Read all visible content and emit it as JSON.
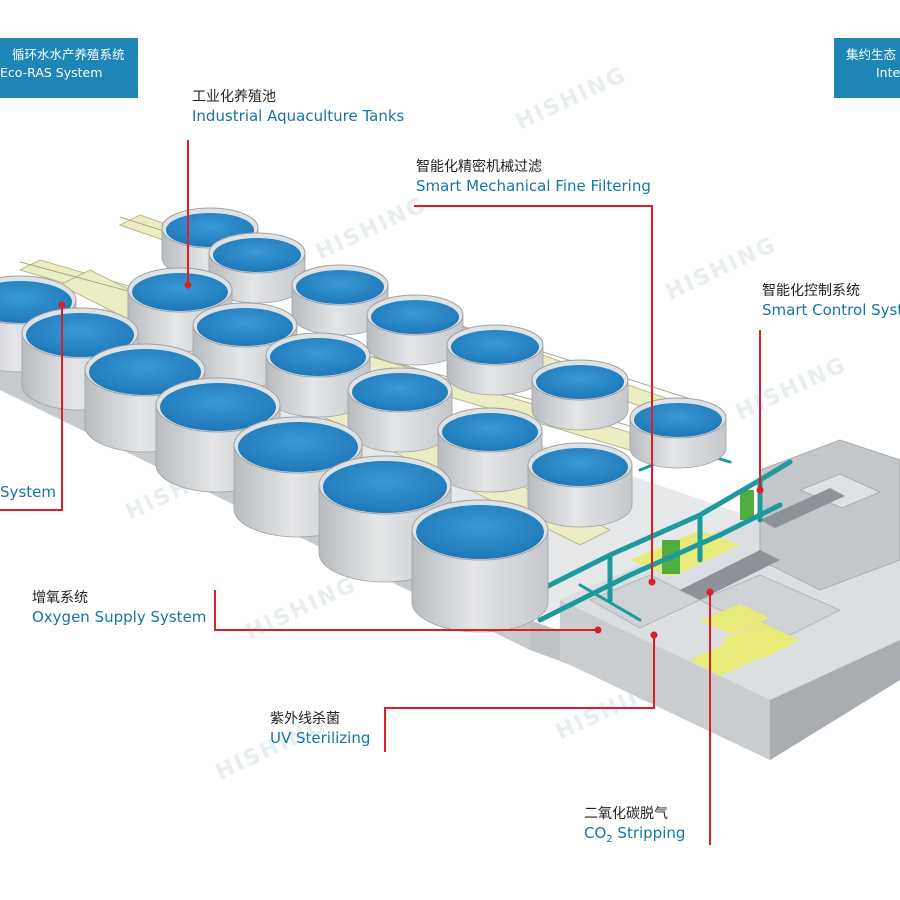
{
  "badges": {
    "left": {
      "zh": "循环水水产养殖系统",
      "en": "Eco-RAS System"
    },
    "right": {
      "zh": "集约生态",
      "en": "Inte"
    }
  },
  "labels": {
    "tanks": {
      "zh": "工业化养殖池",
      "en": "Industrial Aquaculture Tanks"
    },
    "filter": {
      "zh": "智能化精密机械过滤",
      "en": "Smart Mechanical Fine Filtering"
    },
    "control": {
      "zh": "智能化控制系统",
      "en": "Smart Control Syst"
    },
    "left_system": {
      "en": "System"
    },
    "oxygen": {
      "zh": "增氧系统",
      "en": "Oxygen Supply System"
    },
    "uv": {
      "zh": "紫外线杀菌",
      "en": "UV Sterilizing"
    },
    "co2": {
      "zh": "二氧化碳脱气",
      "en_prefix": "CO",
      "en_sub": "2",
      "en_suffix": " Stripping"
    }
  },
  "watermark": "HISHING",
  "colors": {
    "accent": "#1d86b6",
    "leader": "#d8202b",
    "water": "#2f8fd0",
    "walkway": "#ecedc2",
    "pipe": "#1f9a9c"
  }
}
